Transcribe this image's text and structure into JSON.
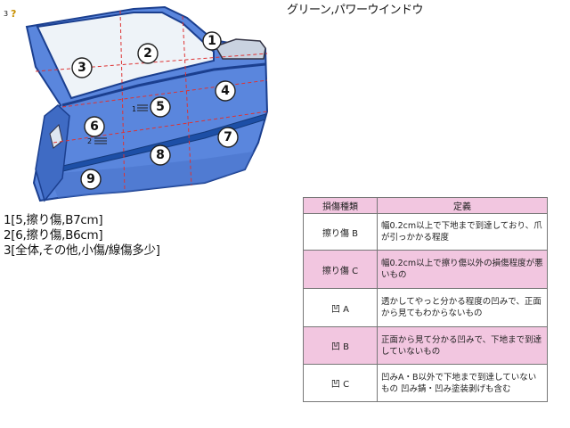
{
  "diagram": {
    "corner_number": "3",
    "corner_icon": "question-key-icon",
    "panels": [
      {
        "id": "1",
        "label": "1"
      },
      {
        "id": "2",
        "label": "2"
      },
      {
        "id": "3",
        "label": "3"
      },
      {
        "id": "4",
        "label": "4"
      },
      {
        "id": "5",
        "label": "5"
      },
      {
        "id": "6",
        "label": "6"
      },
      {
        "id": "7",
        "label": "7"
      },
      {
        "id": "8",
        "label": "8"
      },
      {
        "id": "9",
        "label": "9"
      }
    ],
    "marker_5": "1",
    "marker_6": "2",
    "colors": {
      "door_fill": "#5a86dd",
      "door_outline": "#1b3f8f",
      "window": "#eef3f8",
      "dashed": "#d33"
    }
  },
  "caption": "グリーン,パワーウインドウ",
  "notes": [
    "1[5,擦り傷,B7cm]",
    "2[6,擦り傷,B6cm]",
    "3[全体,その他,小傷/線傷多少]"
  ],
  "legend": {
    "header_type": "損傷種類",
    "header_def": "定義",
    "rows": [
      {
        "label": "擦り傷 B",
        "definition": "幅0.2cm以上で下地まで到達しており、爪が引っかかる程度"
      },
      {
        "label": "擦り傷 C",
        "definition": "幅0.2cm以上で擦り傷以外の損傷程度が悪いもの"
      },
      {
        "label": "凹 A",
        "definition": "透かしてやっと分かる程度の凹みで、正面から見てもわからないもの"
      },
      {
        "label": "凹 B",
        "definition": "正面から見て分かる凹みで、下地まで到達していないもの"
      },
      {
        "label": "凹 C",
        "definition": "凹みA・B以外で下地まで到達していないもの 凹み錆・凹み塗装剥げも含む"
      }
    ]
  }
}
